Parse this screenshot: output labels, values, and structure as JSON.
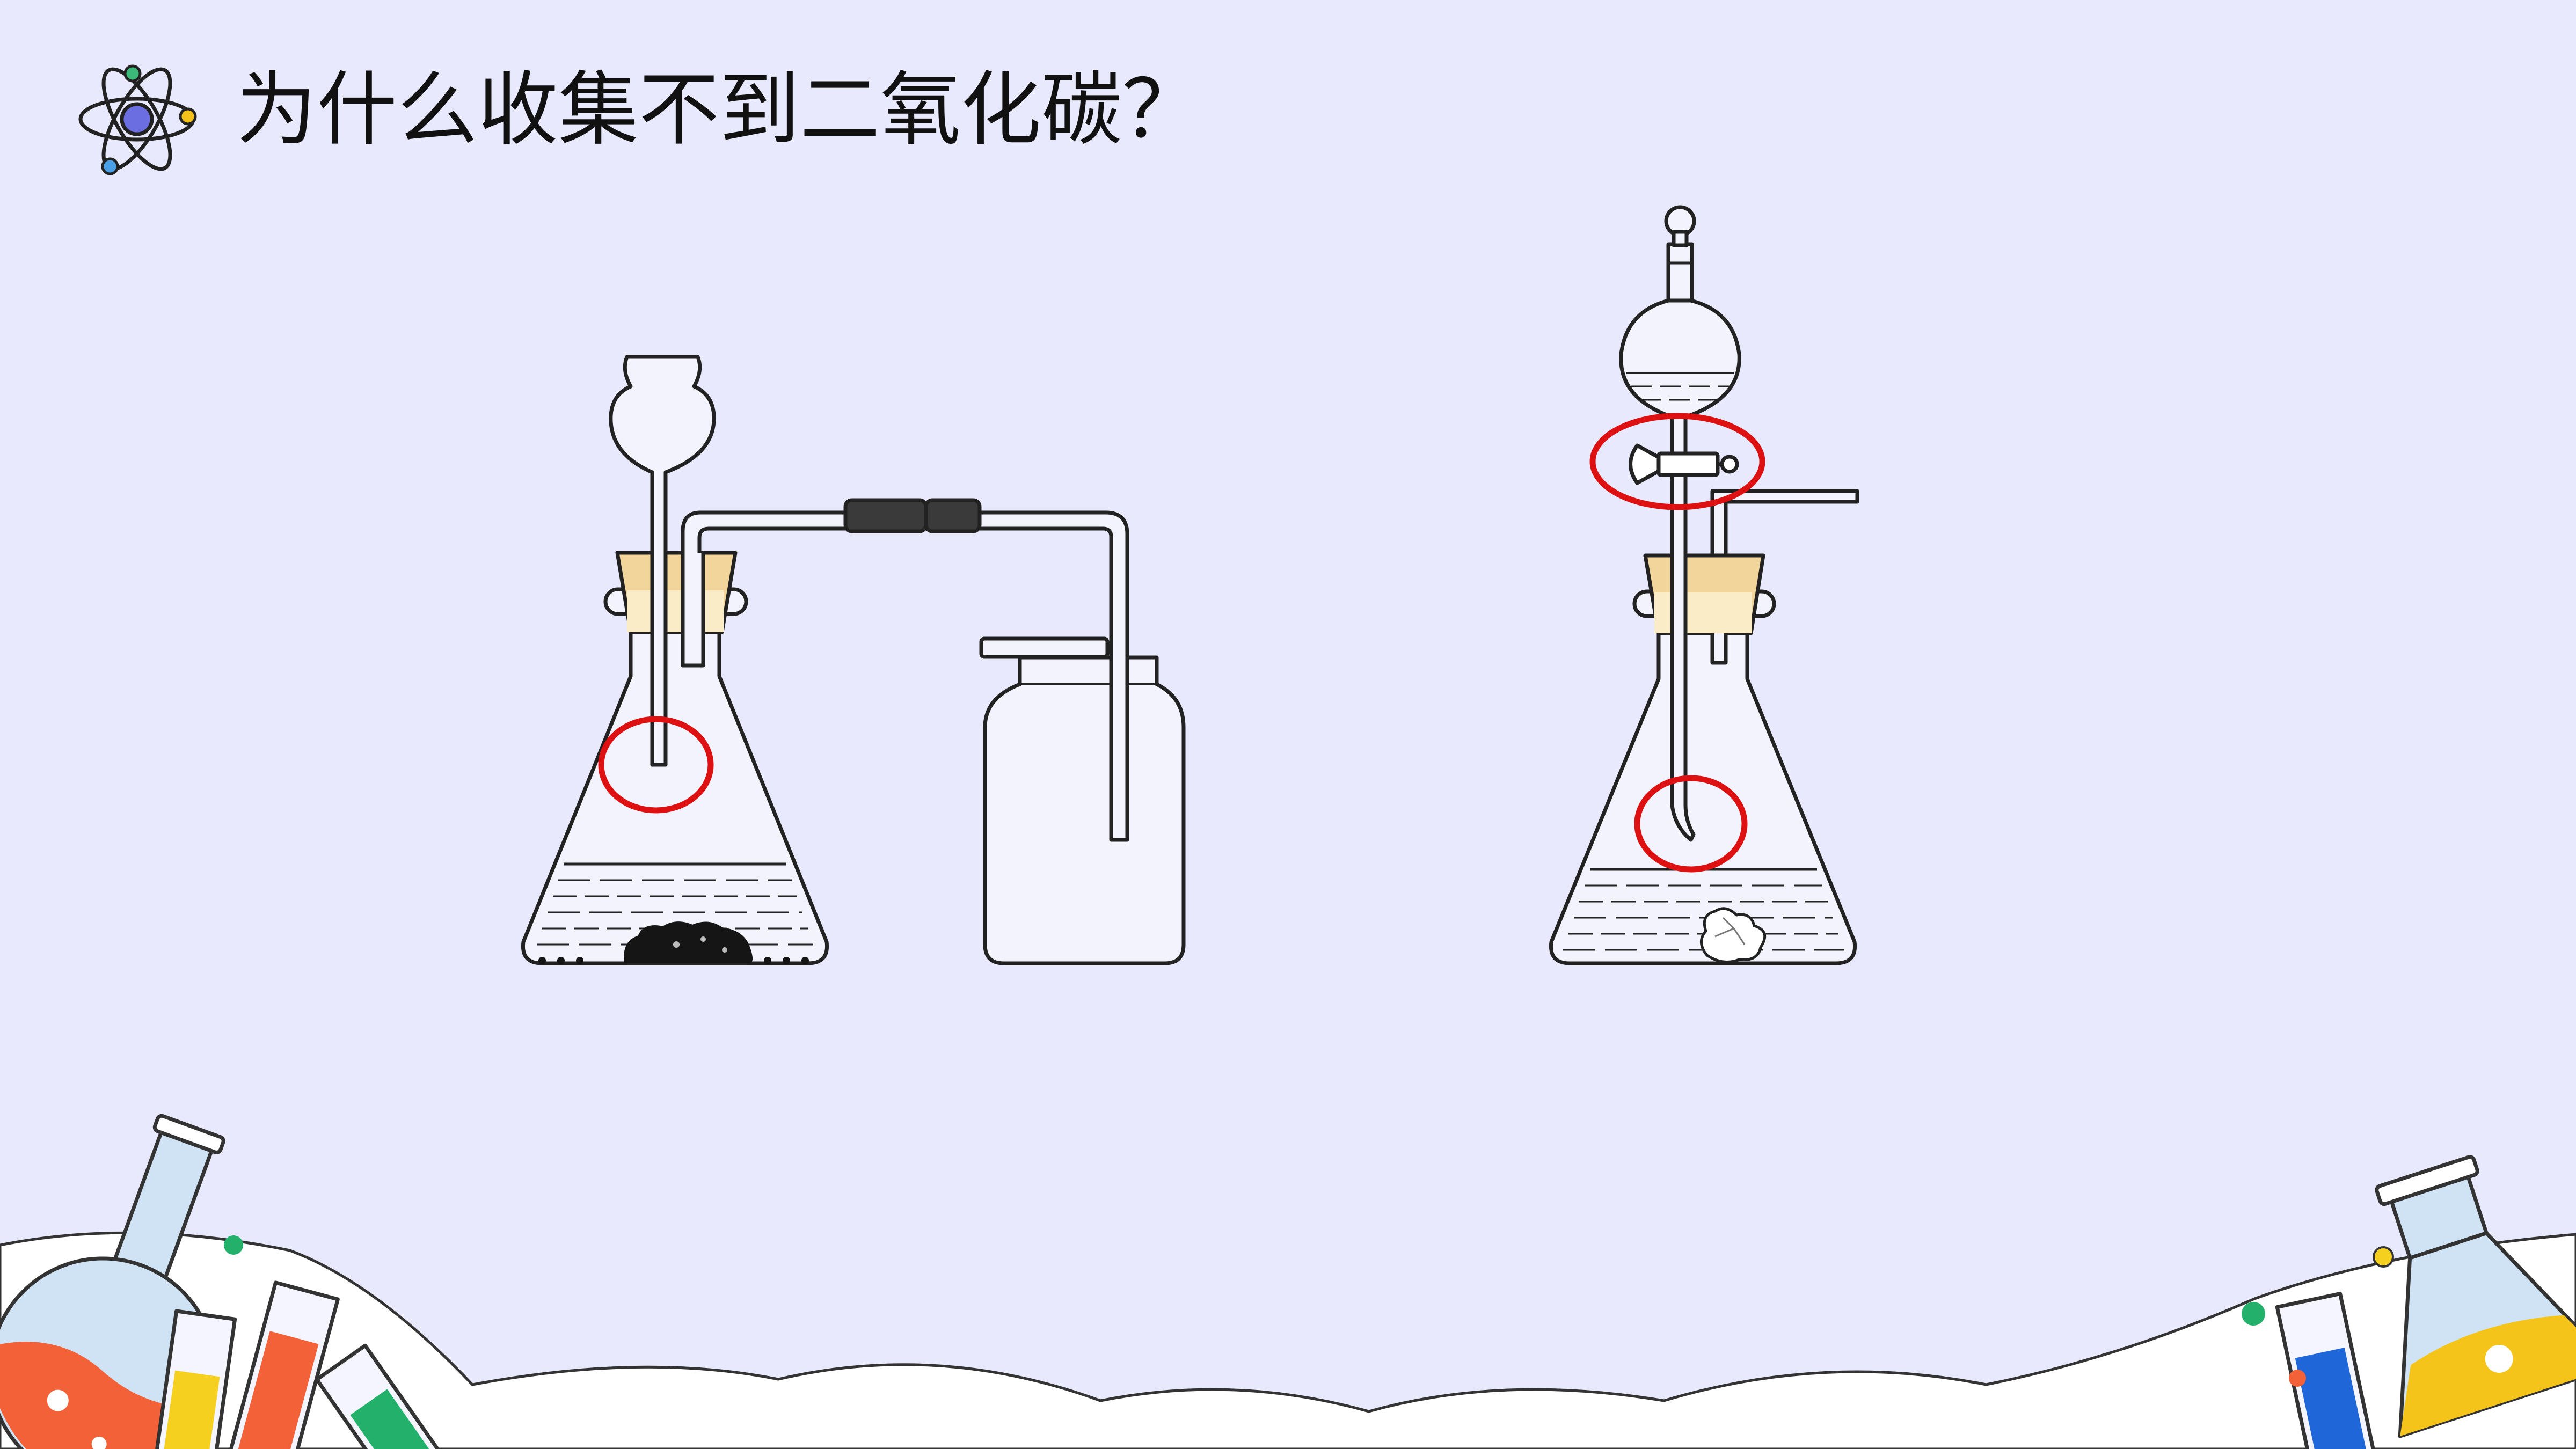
{
  "slide": {
    "title": "为什么收集不到二氧化碳？"
  },
  "icons": {
    "title_icon": "atom-icon"
  },
  "diagram": {
    "left_apparatus": "long-neck-funnel-flask-with-gas-collection-bottle",
    "right_apparatus": "separatory-funnel-flask",
    "highlight_color": "#dd1111",
    "highlights": [
      "funnel-tube-end-above-liquid",
      "stopcock",
      "funnel-tube-end-above-liquid"
    ]
  },
  "colors": {
    "background": "#e9e9fd",
    "stopper": "#f2d59b",
    "outline": "#222222"
  }
}
